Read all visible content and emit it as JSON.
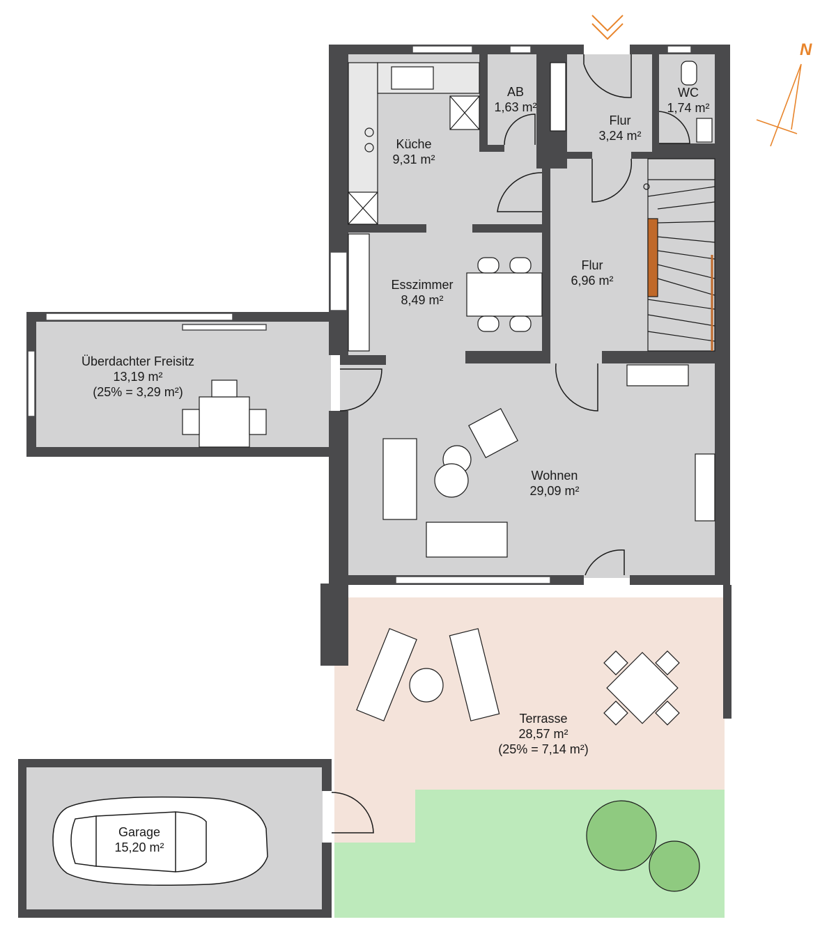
{
  "colors": {
    "wall": "#4a4a4c",
    "floor": "#d3d3d4",
    "terrace": "#f4e3da",
    "lawn": "#bdeabb",
    "bush": "#8fca80",
    "accent": "#e8852c",
    "stair_rail": "#c0692a"
  },
  "compass": {
    "label": "N"
  },
  "entrance_marker": "chevron-down-icon",
  "rooms": {
    "kueche": {
      "name": "Küche",
      "area": "9,31 m²"
    },
    "ab": {
      "name": "AB",
      "area": "1,63 m²"
    },
    "flur_entry": {
      "name": "Flur",
      "area": "3,24 m²"
    },
    "wc": {
      "name": "WC",
      "area": "1,74 m²"
    },
    "esszimmer": {
      "name": "Esszimmer",
      "area": "8,49 m²"
    },
    "flur_hall": {
      "name": "Flur",
      "area": "6,96 m²"
    },
    "freisitz": {
      "name": "Überdachter Freisitz",
      "area": "13,19 m²",
      "note": "(25% = 3,29 m²)"
    },
    "wohnen": {
      "name": "Wohnen",
      "area": "29,09 m²"
    },
    "terrasse": {
      "name": "Terrasse",
      "area": "28,57 m²",
      "note": "(25% = 7,14 m²)"
    },
    "garage": {
      "name": "Garage",
      "area": "15,20 m²"
    }
  }
}
